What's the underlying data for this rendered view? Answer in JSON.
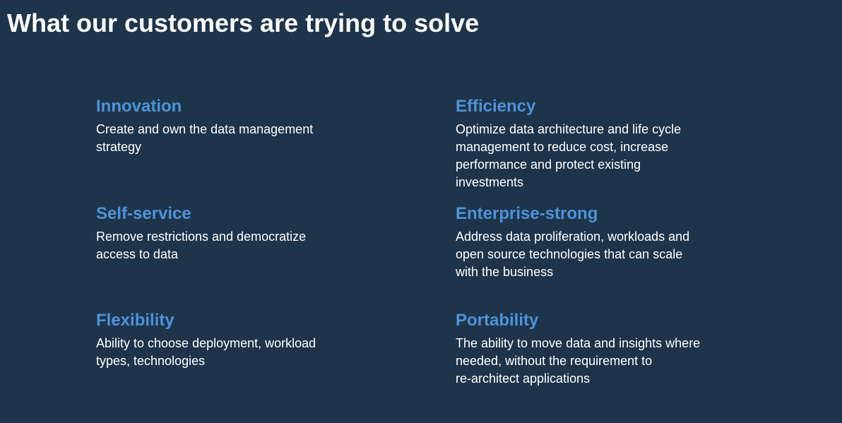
{
  "slide": {
    "title": "What our customers are trying to solve",
    "items": [
      {
        "heading": "Innovation",
        "lines": [
          "Create and own the data management",
          "strategy"
        ]
      },
      {
        "heading": "Efficiency",
        "lines": [
          "Optimize data architecture and life cycle",
          "management to reduce cost, increase",
          "performance and protect existing",
          "investments"
        ]
      },
      {
        "heading": "Self-service",
        "lines": [
          "Remove restrictions and democratize",
          "access to data"
        ]
      },
      {
        "heading": "Enterprise-strong",
        "lines": [
          "Address data proliferation, workloads and",
          "open source technologies that can scale",
          "with the business"
        ]
      },
      {
        "heading": "Flexibility",
        "lines": [
          "Ability to choose deployment, workload",
          "types, technologies"
        ]
      },
      {
        "heading": "Portability",
        "lines": [
          "The ability to move data and insights where",
          "needed, without the requirement to",
          "re-architect applications"
        ]
      }
    ]
  },
  "colors": {
    "background": "#1e344b",
    "heading": "#4e93d9",
    "text": "#ffffff"
  }
}
